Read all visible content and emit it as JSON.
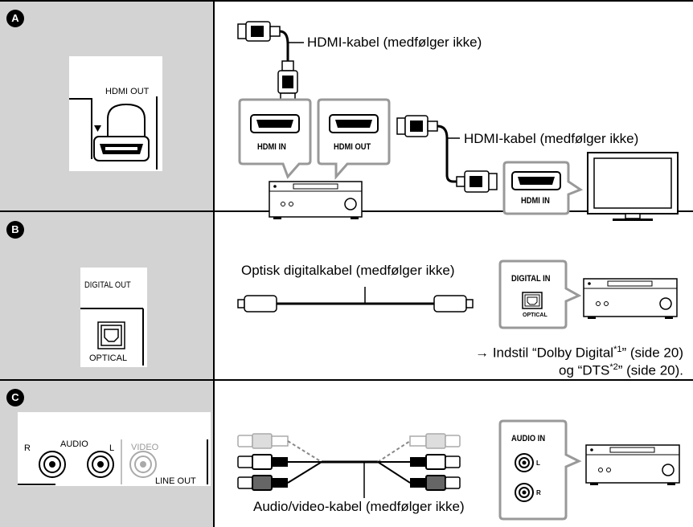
{
  "sections": [
    {
      "badge": "A"
    },
    {
      "badge": "B"
    },
    {
      "badge": "C"
    }
  ],
  "section_a": {
    "player_port": "HDMI OUT",
    "cable_label_1": "HDMI-kabel (medfølger ikke)",
    "cable_label_2": "HDMI-kabel (medfølger ikke)",
    "receiver_in": "HDMI IN",
    "receiver_out": "HDMI OUT",
    "tv_in": "HDMI IN"
  },
  "section_b": {
    "player_port_top": "DIGITAL OUT",
    "player_port_bottom": "OPTICAL",
    "cable_label": "Optisk digitalkabel (medfølger ikke)",
    "receiver_label": "DIGITAL IN",
    "receiver_sub": "OPTICAL",
    "note_line1_prefix": "→ Indstil “Dolby Digital",
    "note_line1_sup": "*1",
    "note_line1_suffix": "” (side 20)",
    "note_line2_prefix": "og “DTS",
    "note_line2_sup": "*2",
    "note_line2_suffix": "” (side 20)."
  },
  "section_c": {
    "player_r": "R",
    "player_audio": "AUDIO",
    "player_l": "L",
    "player_video": "VIDEO",
    "player_lineout": "LINE OUT",
    "cable_label": "Audio/video-kabel (medfølger ikke)",
    "receiver_label": "AUDIO IN",
    "jack_l": "L",
    "jack_r": "R"
  }
}
